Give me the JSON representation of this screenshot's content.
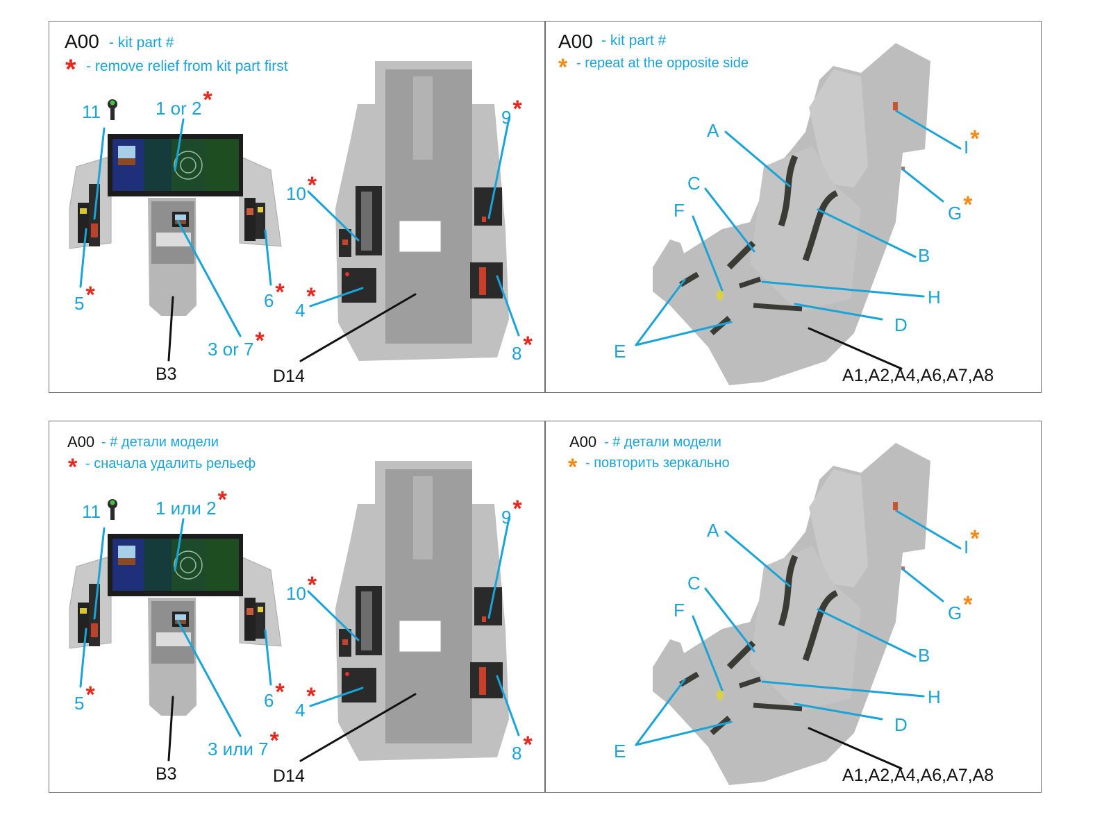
{
  "colors": {
    "callout": "#1aa3d6",
    "asterisk_remove": "#e8261c",
    "asterisk_repeat": "#f58a12",
    "border": "#6e6e6e",
    "part_gray": "#b9b9b9"
  },
  "panels": {
    "top_left": {
      "legend_code": "A00",
      "legend_code_desc": "- kit part #",
      "legend_star": "*",
      "legend_star_desc": "- remove relief from kit part first",
      "callouts": {
        "c11": "11",
        "c1or2": "1 or 2",
        "c5": "5",
        "c6": "6",
        "c3or7": "3 or 7",
        "c10": "10",
        "c9": "9",
        "c4": "4",
        "c8": "8"
      },
      "stars": "*",
      "parts": {
        "b3": "B3",
        "d14": "D14"
      },
      "icons": {
        "stick": "control-stick-icon"
      }
    },
    "top_right": {
      "legend_code": "A00",
      "legend_code_desc": "- kit part #",
      "legend_star": "*",
      "legend_star_desc": "- repeat at the opposite side",
      "callouts": {
        "A": "A",
        "B": "B",
        "C": "C",
        "D": "D",
        "E": "E",
        "F": "F",
        "G": "G",
        "H": "H",
        "I": "I"
      },
      "stars": "*",
      "parts": {
        "seat": "A1,A2,A4,A6,A7,A8"
      }
    },
    "bottom_left": {
      "legend_code": "A00",
      "legend_code_desc": "- # детали модели",
      "legend_star": "*",
      "legend_star_desc": "- сначала удалить рельеф",
      "callouts": {
        "c11": "11",
        "c1or2": "1 или 2",
        "c5": "5",
        "c6": "6",
        "c3or7": "3 или 7",
        "c10": "10",
        "c9": "9",
        "c4": "4",
        "c8": "8"
      },
      "stars": "*",
      "parts": {
        "b3": "B3",
        "d14": "D14"
      },
      "icons": {
        "stick": "control-stick-icon"
      }
    },
    "bottom_right": {
      "legend_code": "A00",
      "legend_code_desc": "- # детали модели",
      "legend_star": "*",
      "legend_star_desc": "- повторить зеркально",
      "callouts": {
        "A": "A",
        "B": "B",
        "C": "C",
        "D": "D",
        "E": "E",
        "F": "F",
        "G": "G",
        "H": "H",
        "I": "I"
      },
      "stars": "*",
      "parts": {
        "seat": "A1,A2,A4,A6,A7,A8"
      }
    }
  }
}
